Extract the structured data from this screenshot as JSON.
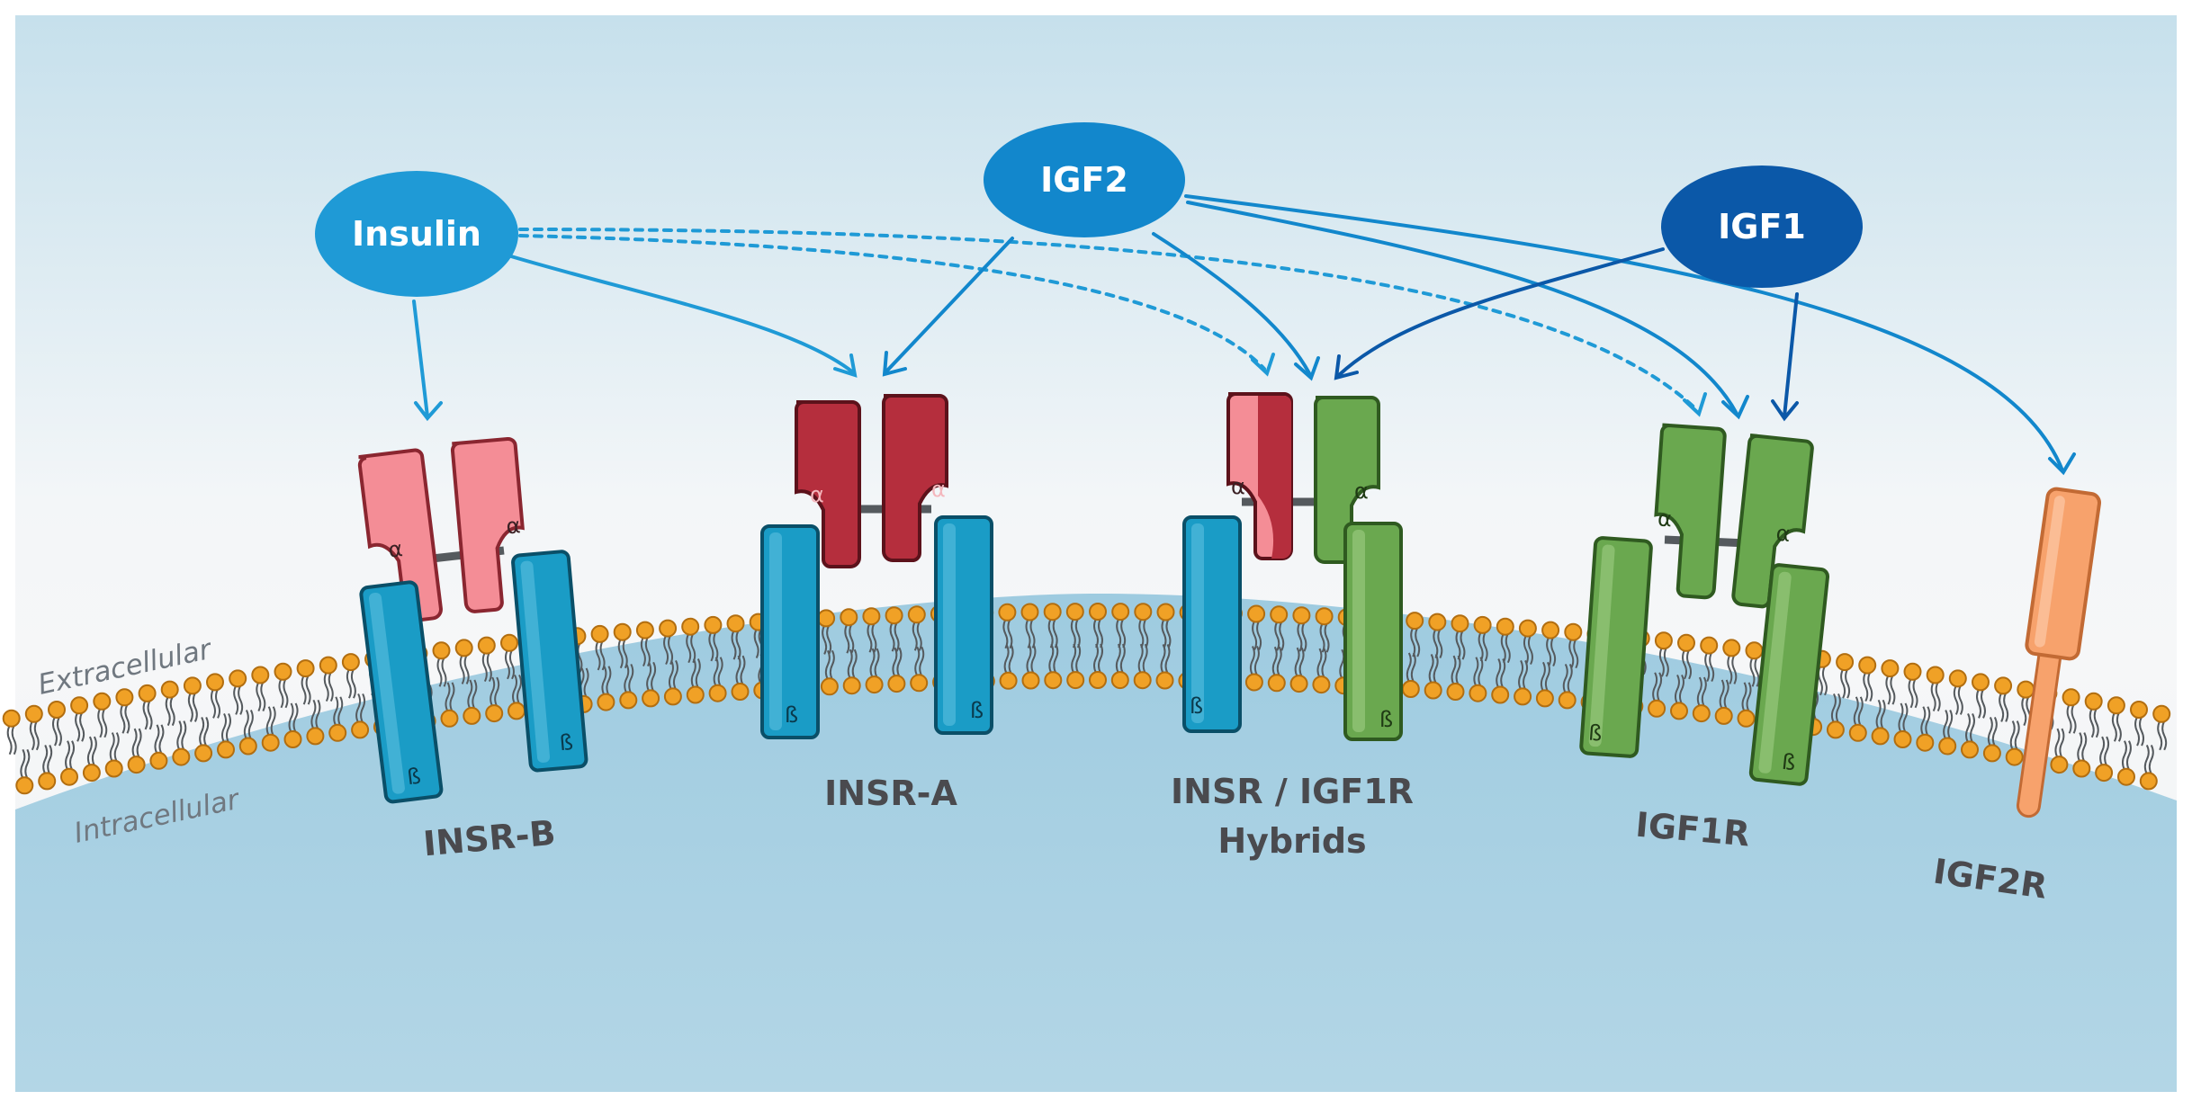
{
  "ligands": {
    "insulin": "Insulin",
    "igf2": "IGF2",
    "igf1": "IGF1"
  },
  "regions": {
    "extracellular": "Extracellular",
    "intracellular": "Intracellular"
  },
  "receptors": {
    "insr_b": "INSR-B",
    "insr_a": "INSR-A",
    "hybrid_line1": "INSR / IGF1R",
    "hybrid_line2": "Hybrids",
    "igf1r": "IGF1R",
    "igf2r": "IGF2R"
  },
  "subunits": {
    "alpha": "α",
    "beta": "ß"
  },
  "colors": {
    "insulin": "#1f9ad6",
    "igf2": "#1287cc",
    "igf1": "#0b58a8",
    "insr_b_alpha": "#f48d96",
    "insr_a_alpha": "#b52e3d",
    "beta_insr": "#1a9cc6",
    "igf1r": "#6aa84f",
    "igf2r": "#f7a26c",
    "lipid_head": "#f0a126",
    "cytoplasm": "#a9d2e3"
  }
}
